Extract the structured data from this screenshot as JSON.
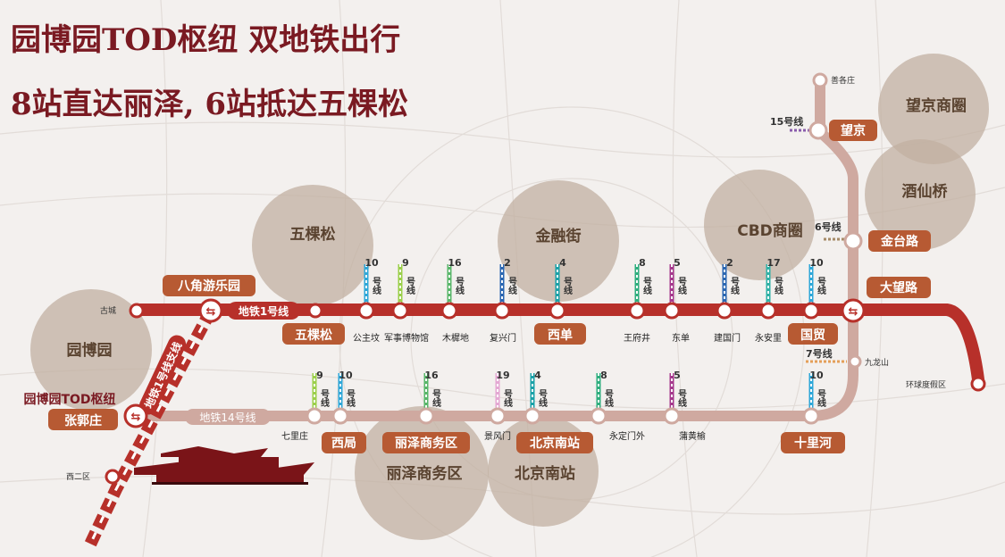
{
  "headline": {
    "line1": "园博园TOD枢纽 双地铁出行",
    "line2": "8站直达丽泽, 6站抵达五棵松",
    "color": "#7a1a22"
  },
  "colors": {
    "line1": "#b7302a",
    "line14": "#cfa9a0",
    "yanfang": "#b7302a",
    "bubble": "#c2b0a1",
    "brand_dark": "#b75a33"
  },
  "districts": [
    {
      "id": "yuanboyuan",
      "label": "园博园"
    },
    {
      "id": "wukesong",
      "label": "五棵松"
    },
    {
      "id": "jinrongjie",
      "label": "金融街"
    },
    {
      "id": "cbd",
      "label": "CBD商圈"
    },
    {
      "id": "wangjing",
      "label": "望京商圈"
    },
    {
      "id": "jiuxianqiao",
      "label": "酒仙桥"
    },
    {
      "id": "lize",
      "label": "丽泽商务区"
    },
    {
      "id": "beijingnan",
      "label": "北京南站"
    }
  ],
  "line_labels": {
    "line1": "地铁1号线",
    "line14": "地铁14号线",
    "yanfang": "地铁1号线支线"
  },
  "line_numbers_top": [
    {
      "num": "10",
      "suffix": "号线",
      "color": "#2fa7d8"
    },
    {
      "num": "9",
      "suffix": "号线",
      "color": "#9bcf4a"
    },
    {
      "num": "16",
      "suffix": "号线",
      "color": "#59b66a"
    },
    {
      "num": "2",
      "suffix": "号线",
      "color": "#2b66b1"
    },
    {
      "num": "4",
      "suffix": "号线",
      "color": "#1aa1a8"
    },
    {
      "num": "8",
      "suffix": "号线",
      "color": "#2fae7e"
    },
    {
      "num": "5",
      "suffix": "号线",
      "color": "#a5388c"
    },
    {
      "num": "2",
      "suffix": "号线",
      "color": "#2b66b1"
    },
    {
      "num": "17",
      "suffix": "号线",
      "color": "#2fb1a6"
    },
    {
      "num": "10",
      "suffix": "号线",
      "color": "#2fa7d8"
    }
  ],
  "line_numbers_bottom": [
    {
      "num": "9",
      "suffix": "号线",
      "color": "#9bcf4a"
    },
    {
      "num": "10",
      "suffix": "号线",
      "color": "#2fa7d8"
    },
    {
      "num": "16",
      "suffix": "号线",
      "color": "#59b66a"
    },
    {
      "num": "19",
      "suffix": "号线",
      "color": "#e4a8d3"
    },
    {
      "num": "4",
      "suffix": "号线",
      "color": "#1aa1a8"
    },
    {
      "num": "8",
      "suffix": "号线",
      "color": "#2fae7e"
    },
    {
      "num": "5",
      "suffix": "号线",
      "color": "#a5388c"
    },
    {
      "num": "10",
      "suffix": "号线",
      "color": "#2fa7d8"
    }
  ],
  "side_line_labels": {
    "l15": "15号线",
    "l6": "6号线",
    "l7": "7号线"
  },
  "stations_line1": [
    {
      "label": "公主坟"
    },
    {
      "label": "军事博物馆"
    },
    {
      "label": "木樨地"
    },
    {
      "label": "复兴门"
    },
    {
      "label": "王府井"
    },
    {
      "label": "东单"
    },
    {
      "label": "建国门"
    },
    {
      "label": "永安里"
    }
  ],
  "stations_line14": [
    {
      "label": "七里庄"
    },
    {
      "label": "景风门"
    },
    {
      "label": "永定门外"
    },
    {
      "label": "蒲黄榆"
    }
  ],
  "end_stations": {
    "gucheng": "古城",
    "shangezhuang": "善各庄",
    "xierqi": "西二区",
    "huanqiu": "环球度假区",
    "jiulongshan": "九龙山"
  },
  "highlight_stations": {
    "bajiao": "八角游乐园",
    "wukesong": "五棵松",
    "xidan": "西单",
    "guomao": "国贸",
    "dawanglu": "大望路",
    "jintailu": "金台路",
    "wangjing": "望京",
    "zhangguozhuang": "张郭庄",
    "tod": "园博园TOD枢纽",
    "xiju": "西局",
    "lize": "丽泽商务区",
    "beijingnan": "北京南站",
    "shilihe": "十里河"
  }
}
